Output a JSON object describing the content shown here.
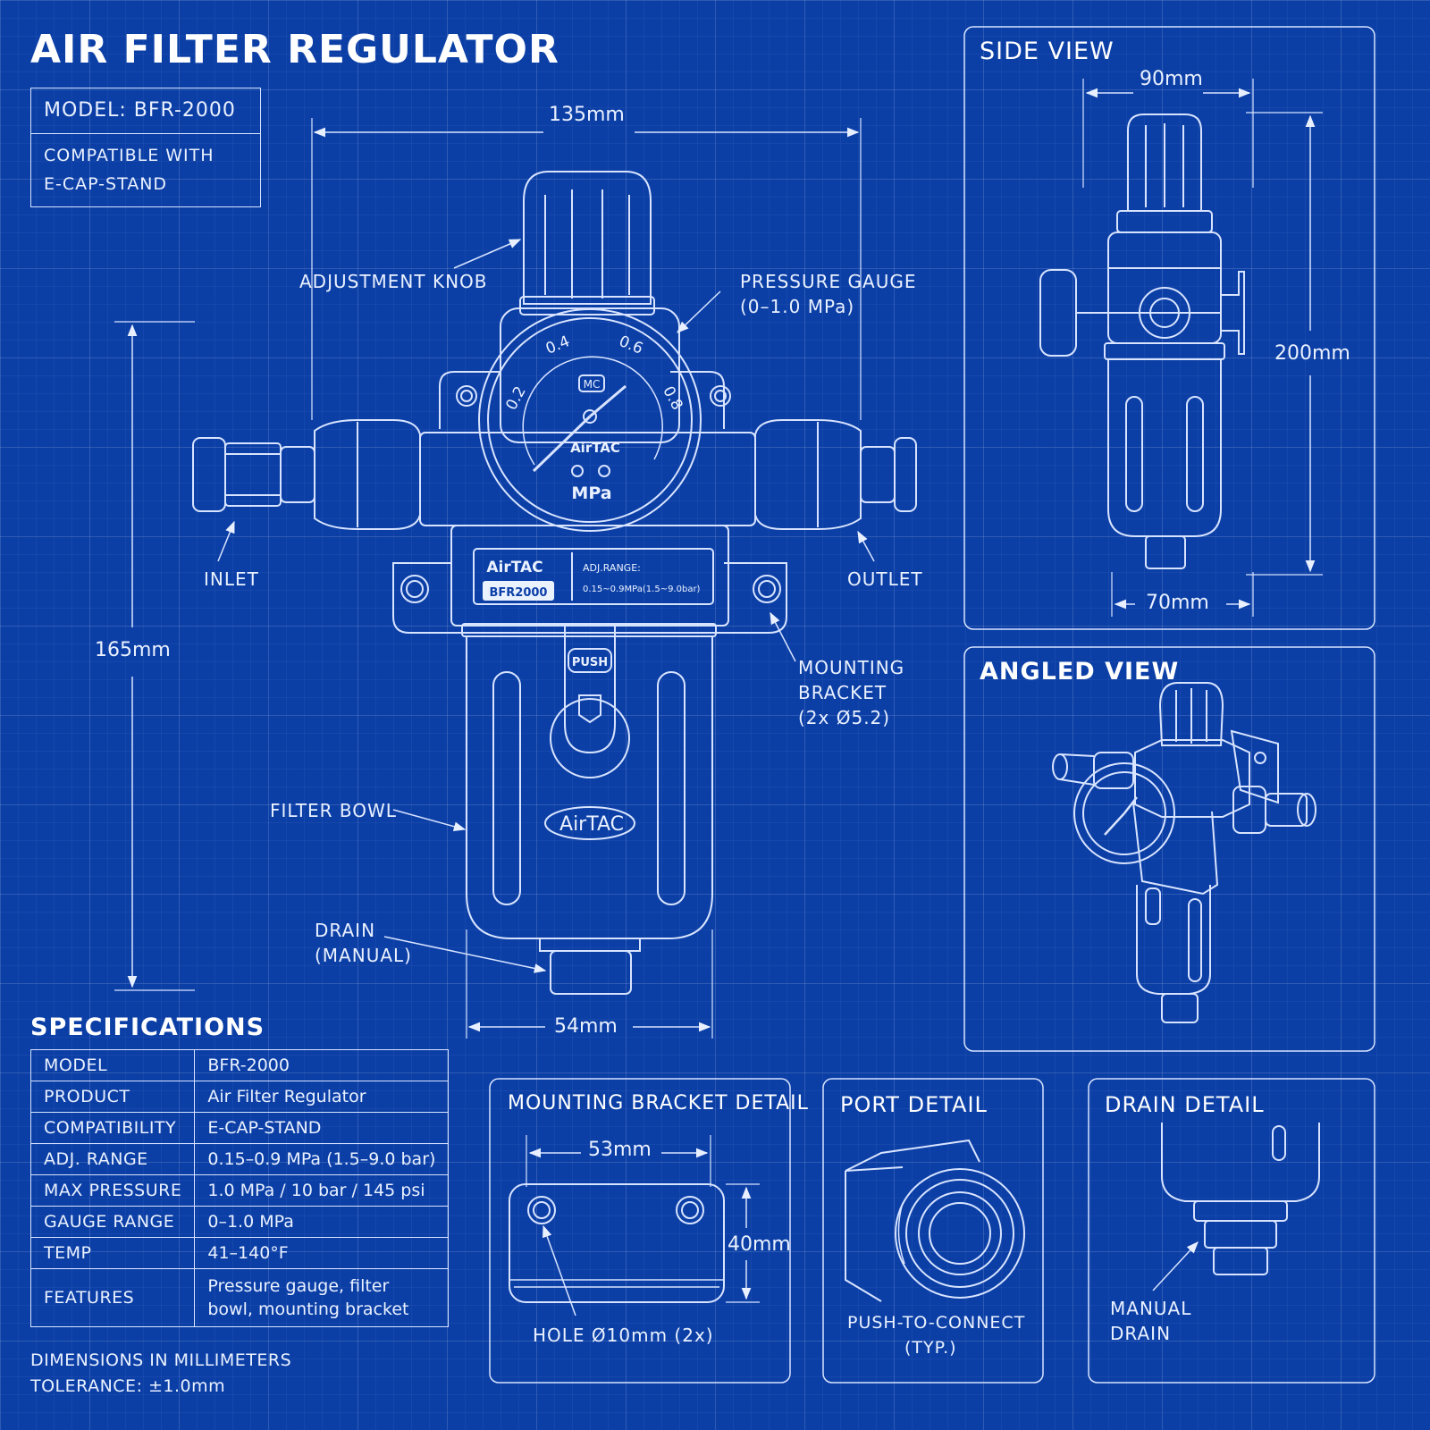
{
  "title": "AIR FILTER REGULATOR",
  "model_box": {
    "model": "MODEL:  BFR-2000",
    "compat_line1": "COMPATIBLE WITH",
    "compat_line2": "E-CAP-STAND"
  },
  "dimensions": {
    "width_overall": "135mm",
    "height_overall": "165mm",
    "bowl_width": "54mm"
  },
  "callouts": {
    "adjustment_knob": "ADJUSTMENT KNOB",
    "pressure_gauge_1": "PRESSURE GAUGE",
    "pressure_gauge_2": "(0–1.0 MPa)",
    "inlet": "INLET",
    "outlet": "OUTLET",
    "mounting_bracket_1": "MOUNTING",
    "mounting_bracket_2": "BRACKET",
    "mounting_bracket_3": "(2x Ø5.2)",
    "filter_bowl": "FILTER BOWL",
    "drain_1": "DRAIN",
    "drain_2": "(MANUAL)"
  },
  "gauge": {
    "ticks": [
      "0.2",
      "0.4",
      "0.6",
      "0.8"
    ],
    "badge": "MC",
    "brand": "AirTAC",
    "unit": "MPa"
  },
  "body_label": {
    "brand": "AirTAC",
    "model": "BFR2000",
    "range_title": "ADJ.RANGE:",
    "range_value": "0.15~0.9MPa(1.5~9.0bar)"
  },
  "bowl": {
    "push": "PUSH",
    "brand": "AirTAC"
  },
  "side_view": {
    "title": "SIDE VIEW",
    "top_width": "90mm",
    "height": "200mm",
    "bottom_width": "70mm"
  },
  "angled_view": {
    "title": "ANGLED VIEW"
  },
  "bracket_detail": {
    "title": "MOUNTING BRACKET DETAIL",
    "width": "53mm",
    "height": "40mm",
    "hole": "HOLE Ø10mm (2x)"
  },
  "port_detail": {
    "title": "PORT DETAIL",
    "note_1": "PUSH-TO-CONNECT",
    "note_2": "(TYP.)"
  },
  "drain_detail": {
    "title": "DRAIN DETAIL",
    "note_1": "MANUAL",
    "note_2": "DRAIN"
  },
  "specifications": {
    "title": "SPECIFICATIONS",
    "rows": [
      {
        "key": "MODEL",
        "value": "BFR-2000"
      },
      {
        "key": "PRODUCT",
        "value": "Air Filter Regulator"
      },
      {
        "key": "COMPATIBILITY",
        "value": "E-CAP-STAND"
      },
      {
        "key": "ADJ. RANGE",
        "value": "0.15–0.9 MPa (1.5–9.0 bar)"
      },
      {
        "key": "MAX PRESSURE",
        "value": "1.0 MPa / 10 bar / 145 psi"
      },
      {
        "key": "GAUGE RANGE",
        "value": "0–1.0 MPa"
      },
      {
        "key": "TEMP",
        "value": "41–140°F"
      },
      {
        "key": "FEATURES",
        "value": "Pressure gauge, filter bowl, mounting bracket"
      }
    ]
  },
  "footer": {
    "line1": "DIMENSIONS IN MILLIMETERS",
    "line2": "TOLERANCE:  ±1.0mm"
  },
  "colors": {
    "background": "#0b3fa6",
    "line": "#d8e4ff",
    "text": "#eaf1ff"
  }
}
